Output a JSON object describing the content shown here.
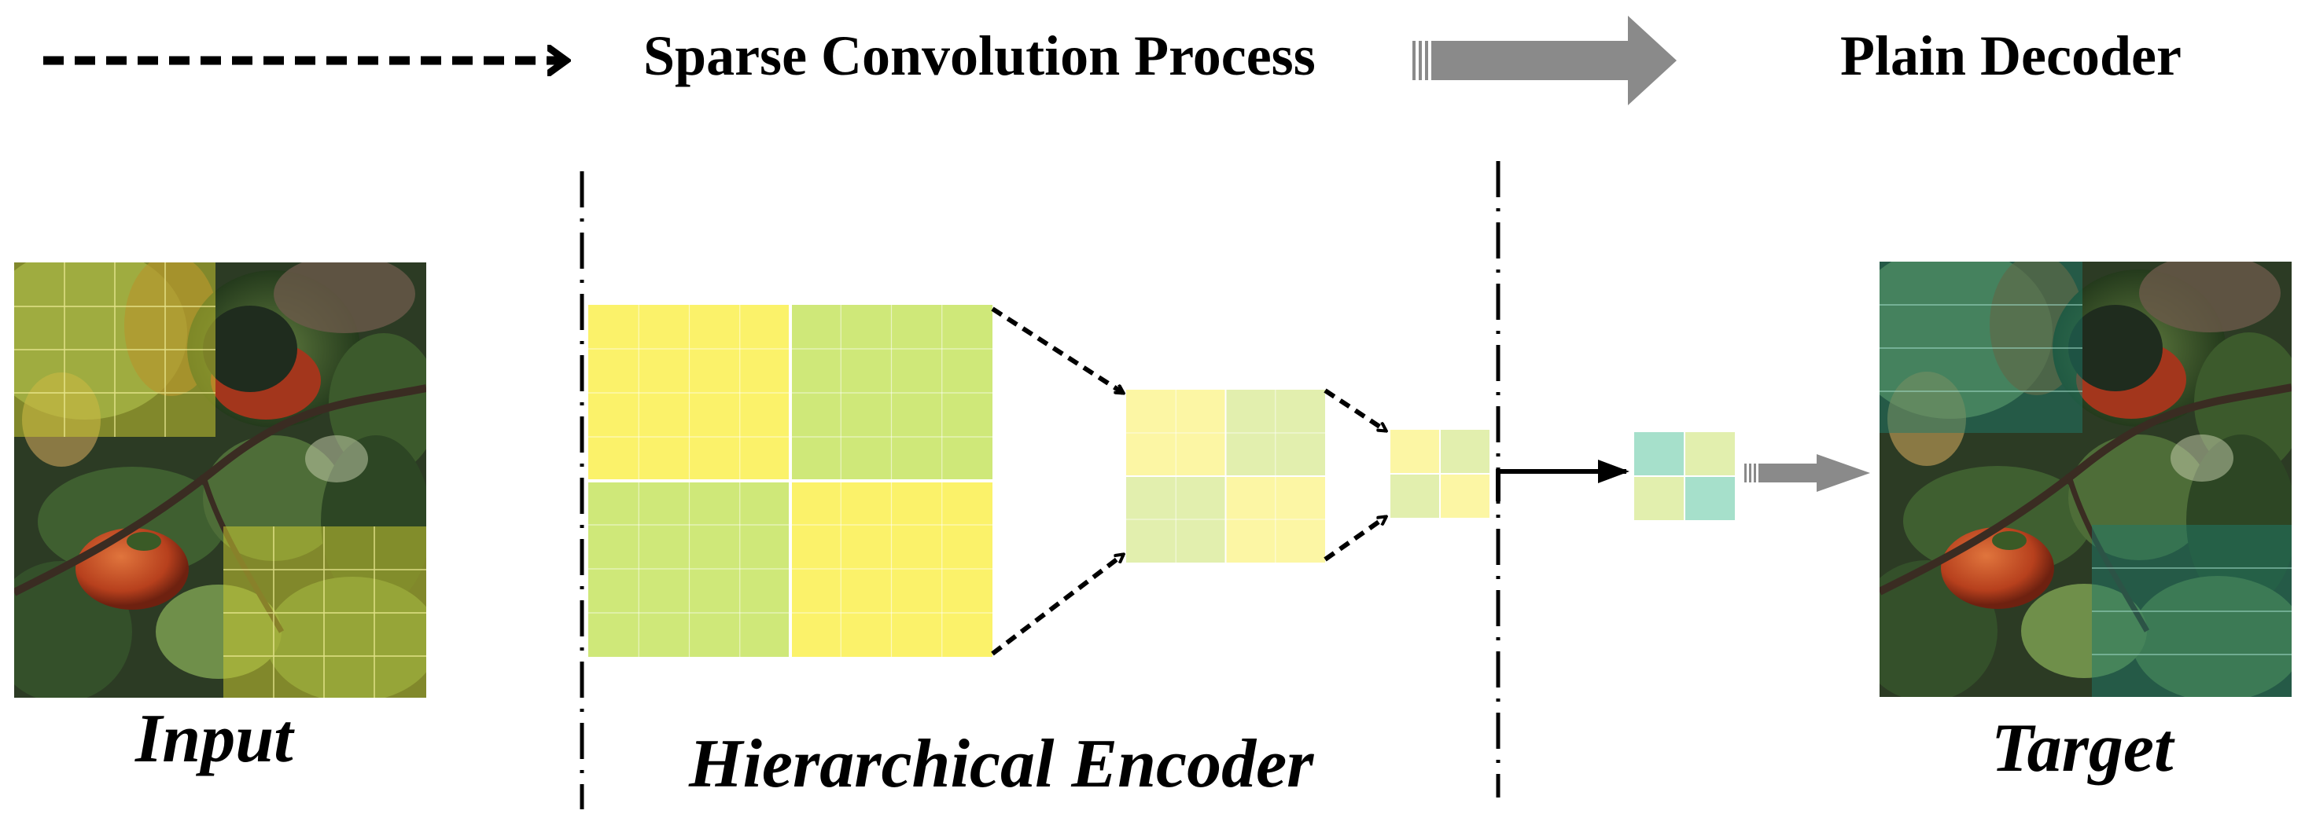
{
  "legend": {
    "sparse_label": "Sparse Convolution Process",
    "decoder_label": "Plain Decoder"
  },
  "captions": {
    "input": "Input",
    "encoder": "Hierarchical Encoder",
    "target": "Target"
  },
  "colors": {
    "yellow": "#fbf26a",
    "green": "#cfe879",
    "light_yellow": "#fcf6a4",
    "light_green": "#e2efae",
    "teal": "#a6e0cb",
    "arrow_gray": "#8a8a8a",
    "grid_line": "#ffffff",
    "yellow_mask": "#c8c832",
    "teal_mask": "#1e7a6a"
  },
  "icons": {
    "photo": "persimmon-branch-photo",
    "dashed_arrow": "dashed-arrow-icon",
    "block_arrow": "block-arrow-icon"
  }
}
